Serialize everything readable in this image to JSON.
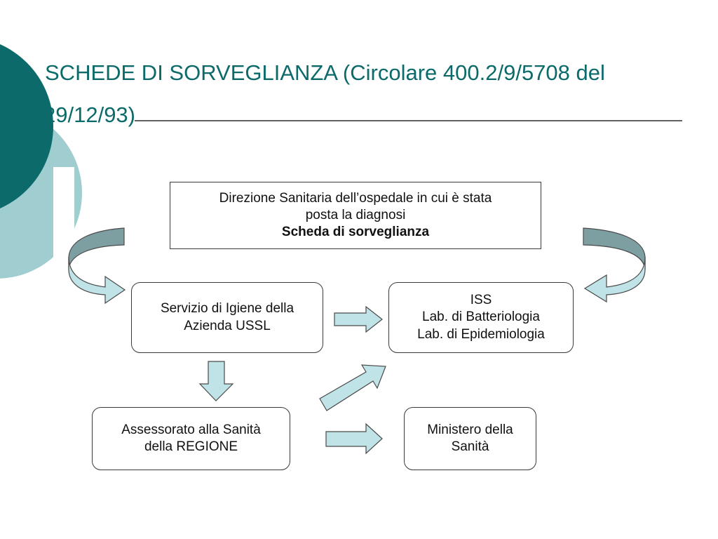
{
  "slide": {
    "title": {
      "line1": "SCHEDE DI SORVEGLIANZA (Circolare 400.2/9/5708 del",
      "line2": "29/12/93)"
    },
    "colors": {
      "dark_teal": "#0d6a6a",
      "light_teal": "#9fcdd0",
      "arrow_fill": "#bfe3e6",
      "arrow_stroke": "#4a4a4a",
      "curved_arrow_dark": "#7d9fa2"
    }
  },
  "diagram": {
    "nodes": {
      "direzione": {
        "line1": "Direzione Sanitaria dell’ospedale in cui è stata",
        "line2": "posta la diagnosi",
        "line3": "Scheda di sorveglianza"
      },
      "servizio": {
        "line1": "Servizio di Igiene della",
        "line2": "Azienda USSL"
      },
      "iss": {
        "line1": "ISS",
        "line2": "Lab. di Batteriologia",
        "line3": "Lab. di Epidemiologia"
      },
      "assessorato": {
        "line1": "Assessorato alla Sanità",
        "line2": "della REGIONE"
      },
      "ministero": {
        "line1": "Ministero della",
        "line2": "Sanità"
      }
    },
    "edges": [
      {
        "from": "direzione",
        "to": "servizio",
        "style": "curved-arrow"
      },
      {
        "from": "direzione",
        "to": "iss",
        "style": "curved-arrow"
      },
      {
        "from": "servizio",
        "to": "iss",
        "style": "block-arrow"
      },
      {
        "from": "servizio",
        "to": "assessorato",
        "style": "block-arrow"
      },
      {
        "from": "assessorato",
        "to": "iss",
        "style": "block-arrow"
      },
      {
        "from": "assessorato",
        "to": "ministero",
        "style": "block-arrow"
      }
    ]
  }
}
